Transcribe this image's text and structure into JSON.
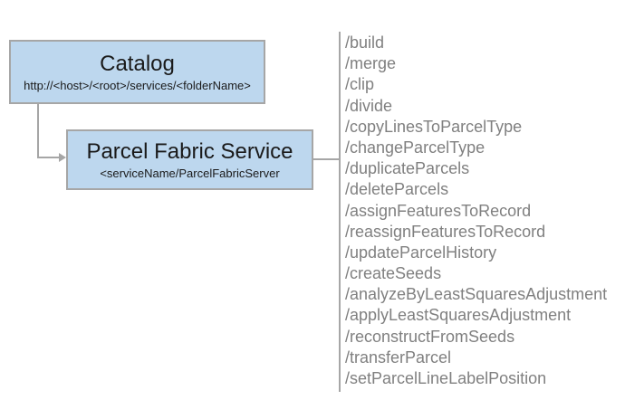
{
  "diagram": {
    "catalog": {
      "title": "Catalog",
      "subtitle": "http://<host>/<root>/services/<folderName>"
    },
    "service": {
      "title": "Parcel Fabric Service",
      "subtitle": "<serviceName/ParcelFabricServer"
    }
  },
  "endpoints": [
    "/build",
    "/merge",
    "/clip",
    "/divide",
    "/copyLinesToParcelType",
    "/changeParcelType",
    "/duplicateParcels",
    "/deleteParcels",
    "/assignFeaturesToRecord",
    "/reassignFeaturesToRecord",
    "/updateParcelHistory",
    "/createSeeds",
    "/analyzeByLeastSquaresAdjustment",
    "/applyLeastSquaresAdjustment",
    "/reconstructFromSeeds",
    "/transferParcel",
    "/setParcelLineLabelPosition"
  ],
  "colors": {
    "node_fill": "#BDD7EE",
    "node_border": "#A6A6A6",
    "connector": "#A6A6A6",
    "list_text": "#808080",
    "title_text": "#1A1A1A"
  }
}
